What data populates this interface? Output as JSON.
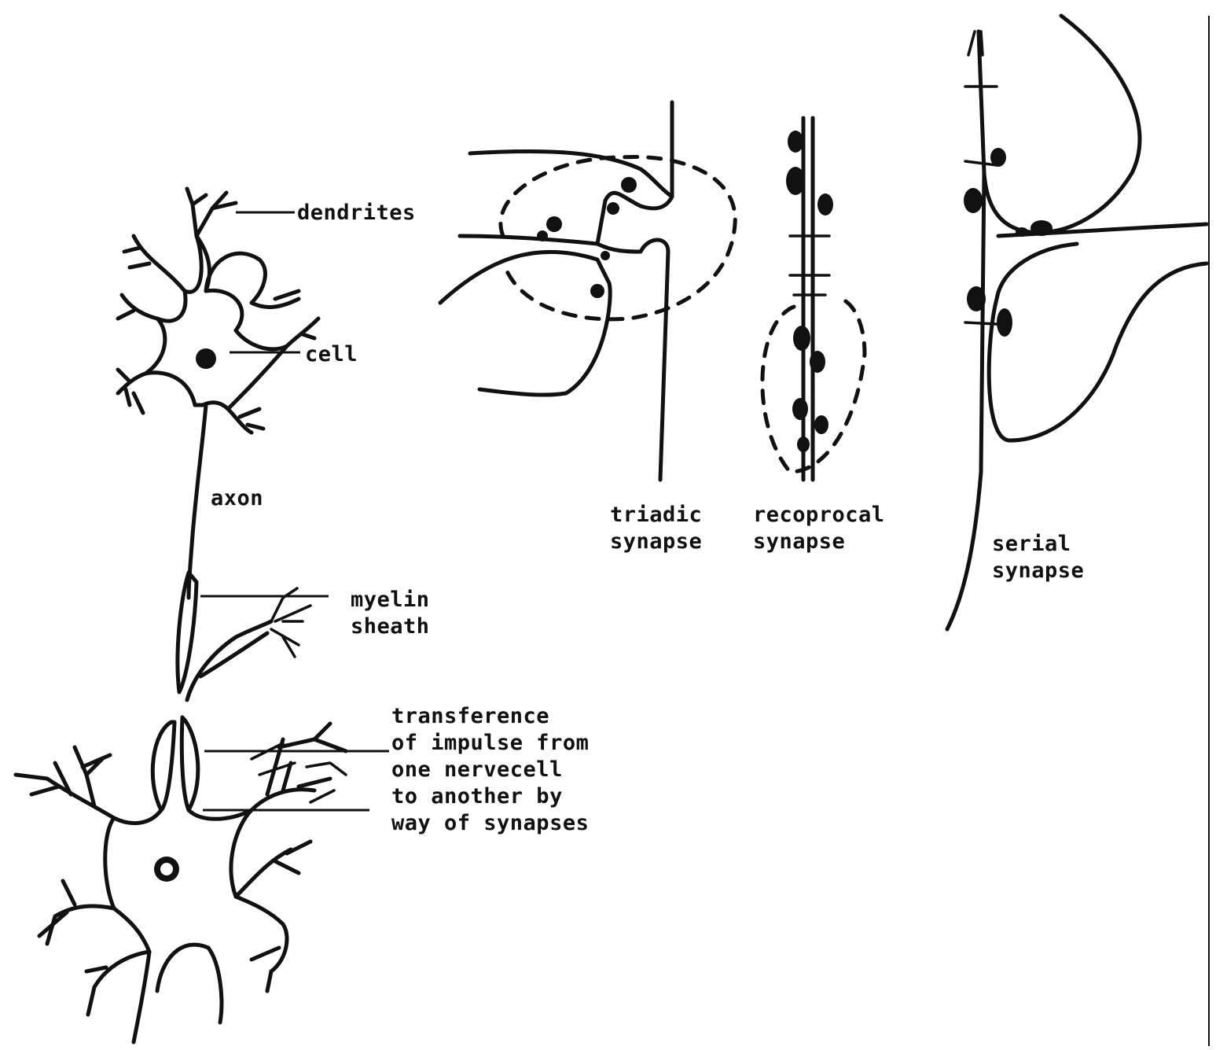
{
  "labels": {
    "dendrites": "dendrites",
    "cell": "cell",
    "axon": "axon",
    "myelin_sheath": "myelin\nsheath",
    "transference": "transference\nof impulse from\none nervecell\nto another by\nway of synapses",
    "triadic_synapse": "triadic\nsynapse",
    "reciprocal_synapse": "recoprocal\nsynapse",
    "serial_synapse": "serial\nsynapse"
  },
  "colors": {
    "ink": "#111111",
    "paper": "#ffffff"
  }
}
